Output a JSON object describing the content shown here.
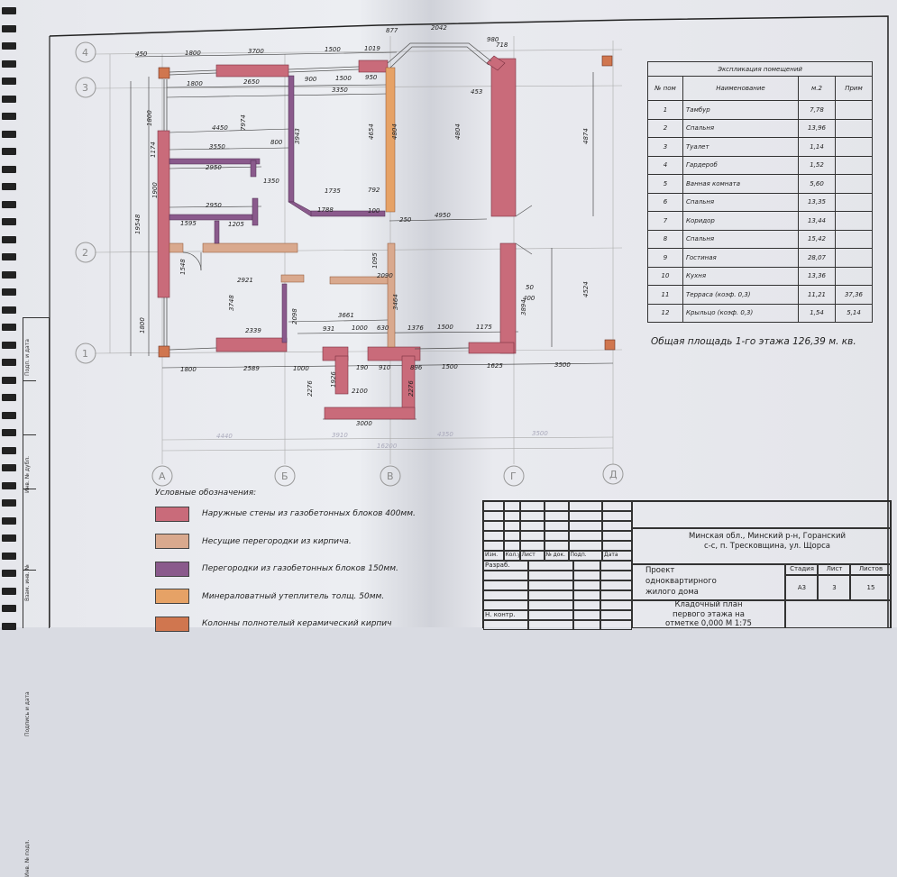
{
  "room_schedule": {
    "title": "Экспликация помещений",
    "headers": [
      "№ пом",
      "Наименование",
      "м.2",
      "Прим"
    ],
    "rows": [
      [
        "1",
        "Тамбур",
        "7,78",
        ""
      ],
      [
        "2",
        "Спальня",
        "13,96",
        ""
      ],
      [
        "3",
        "Туалет",
        "1,14",
        ""
      ],
      [
        "4",
        "Гардероб",
        "1,52",
        ""
      ],
      [
        "5",
        "Ванная комната",
        "5,60",
        ""
      ],
      [
        "6",
        "Спальня",
        "13,35",
        ""
      ],
      [
        "7",
        "Коридор",
        "13,44",
        ""
      ],
      [
        "8",
        "Спальня",
        "15,42",
        ""
      ],
      [
        "9",
        "Гостиная",
        "28,07",
        ""
      ],
      [
        "10",
        "Кухня",
        "13,36",
        ""
      ],
      [
        "11",
        "Терраса (коэф. 0,3)",
        "11,21",
        "37,36"
      ],
      [
        "12",
        "Крыльцо (коэф. 0,3)",
        "1,54",
        "5,14"
      ]
    ],
    "total": "Общая площадь 1-го этажа 126,39 м. кв."
  },
  "legend": {
    "title": "Условные обозначения:",
    "items": [
      {
        "label": "Наружные стены из газобетонных блоков 400мм.",
        "color": "#c96b7a"
      },
      {
        "label": "Несущие перегородки из кирпича.",
        "color": "#d9a98e"
      },
      {
        "label": "Перегородки из газобетонных блоков 150мм.",
        "color": "#8a5a8c"
      },
      {
        "label": "Минераловатный утеплитель толщ. 50мм.",
        "color": "#e6a266"
      },
      {
        "label": "Колонны полнотелый керамический кирпич",
        "color": "#d0764f"
      }
    ]
  },
  "title_block": {
    "columns": [
      "Изм.",
      "Кол.уч.",
      "Лист",
      "№ док.",
      "Подп.",
      "Дата"
    ],
    "roles": [
      "Разраб.",
      "Н. контр."
    ],
    "address": [
      "Минская обл., Минский р-н, Горанский",
      "с-с, п. Тресковщина, ул. Щорса"
    ],
    "project": [
      "Проект",
      "одноквартирного",
      "жилого дома"
    ],
    "sheet_title": [
      "Кладочный план",
      "первого этажа на",
      "отметке 0,000 М 1:75"
    ],
    "stage_label": "Стадия",
    "sheet_label": "Лист",
    "sheets_label": "Листов",
    "stage": "А3",
    "sheet": "3",
    "sheets": "15"
  },
  "side_stamp": [
    "Инв. № подл.",
    "Подпись и дата",
    "Взам. инв. №",
    "Инв. № дубл.",
    "Подп. и дата"
  ],
  "axes": {
    "letters": [
      "А",
      "Б",
      "В",
      "Г",
      "Д"
    ],
    "numbers": [
      "4",
      "3",
      "2",
      "1"
    ]
  },
  "dims": [
    "450",
    "1800",
    "3700",
    "1500",
    "1019",
    "877",
    "2042",
    "980",
    "718",
    "1800",
    "2650",
    "900",
    "1500",
    "950",
    "3350",
    "4450",
    "3550",
    "800",
    "2950",
    "2950",
    "1350",
    "1735",
    "792",
    "1788",
    "100",
    "250",
    "4950",
    "1595",
    "1205",
    "4654",
    "4804",
    "4804",
    "4874",
    "19548",
    "7974",
    "3943",
    "1800",
    "1174",
    "1900",
    "2921",
    "3748",
    "2339",
    "2098",
    "3661",
    "2090",
    "1095",
    "3464",
    "931",
    "1000",
    "630",
    "1376",
    "1500",
    "1175",
    "1800",
    "2589",
    "1000",
    "910",
    "896",
    "1500",
    "1625",
    "3500",
    "2100",
    "3000",
    "2276",
    "2276",
    "1926",
    "1548",
    "1800",
    "50",
    "400",
    "3894",
    "4524",
    "453",
    "190"
  ],
  "overall_dims": [
    "4440",
    "3910",
    "4350",
    "3500",
    "16200"
  ]
}
